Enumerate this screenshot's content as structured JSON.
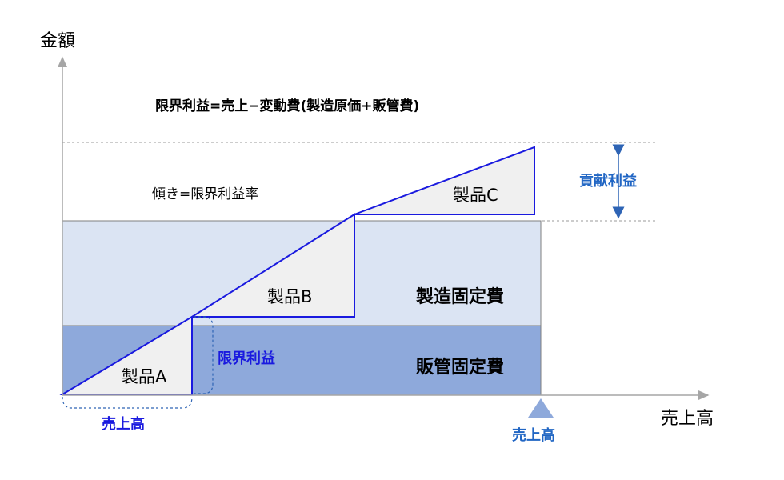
{
  "axes": {
    "y_label": "金額",
    "x_label": "売上高"
  },
  "formula": "限界利益=売上−変動費(製造原価+販管費)",
  "slope_note": "傾き=限界利益率",
  "regions": {
    "manufacturing_fixed": "製造固定費",
    "sga_fixed": "販管固定費"
  },
  "products": {
    "a": "製品A",
    "b": "製品B",
    "c": "製品C"
  },
  "annotations": {
    "marginal_profit": "限界利益",
    "contribution_profit": "貢献利益",
    "sales_a": "売上高",
    "breakeven_sales": "売上高"
  },
  "colors": {
    "navy": "#1a1adf",
    "blue_text": "#2166c4",
    "mfg_fill": "#dbe4f3",
    "sga_fill": "#8ea9db",
    "triangle_fill": "#f0f0f0"
  }
}
